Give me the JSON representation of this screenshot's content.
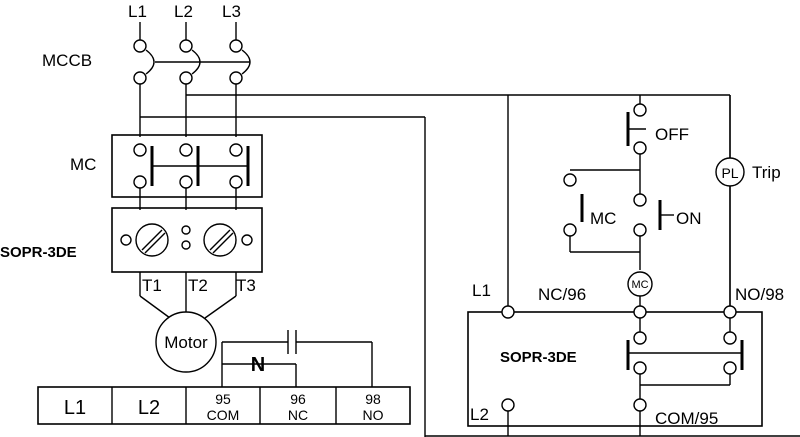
{
  "labels": {
    "phase_l1": "L1",
    "phase_l2": "L2",
    "phase_l3": "L3",
    "mccb": "MCCB",
    "mc": "MC",
    "sopr_left": "SOPR-3DE",
    "t1": "T1",
    "t2": "T2",
    "t3": "T3",
    "motor": "Motor",
    "n_symbol": "N",
    "off": "OFF",
    "on": "ON",
    "mc_contact": "MC",
    "pl": "PL",
    "trip": "Trip",
    "mc_coil": "MC",
    "ctrl_l1": "L1",
    "ctrl_l2": "L2",
    "nc96": "NC/96",
    "no98": "NO/98",
    "com95": "COM/95",
    "sopr_right": "SOPR-3DE"
  },
  "terminal_block": {
    "cells": [
      {
        "line1": "L1",
        "line2": ""
      },
      {
        "line1": "L2",
        "line2": ""
      },
      {
        "line1": "95",
        "line2": "COM"
      },
      {
        "line1": "96",
        "line2": "NC"
      },
      {
        "line1": "98",
        "line2": "NO"
      }
    ]
  }
}
